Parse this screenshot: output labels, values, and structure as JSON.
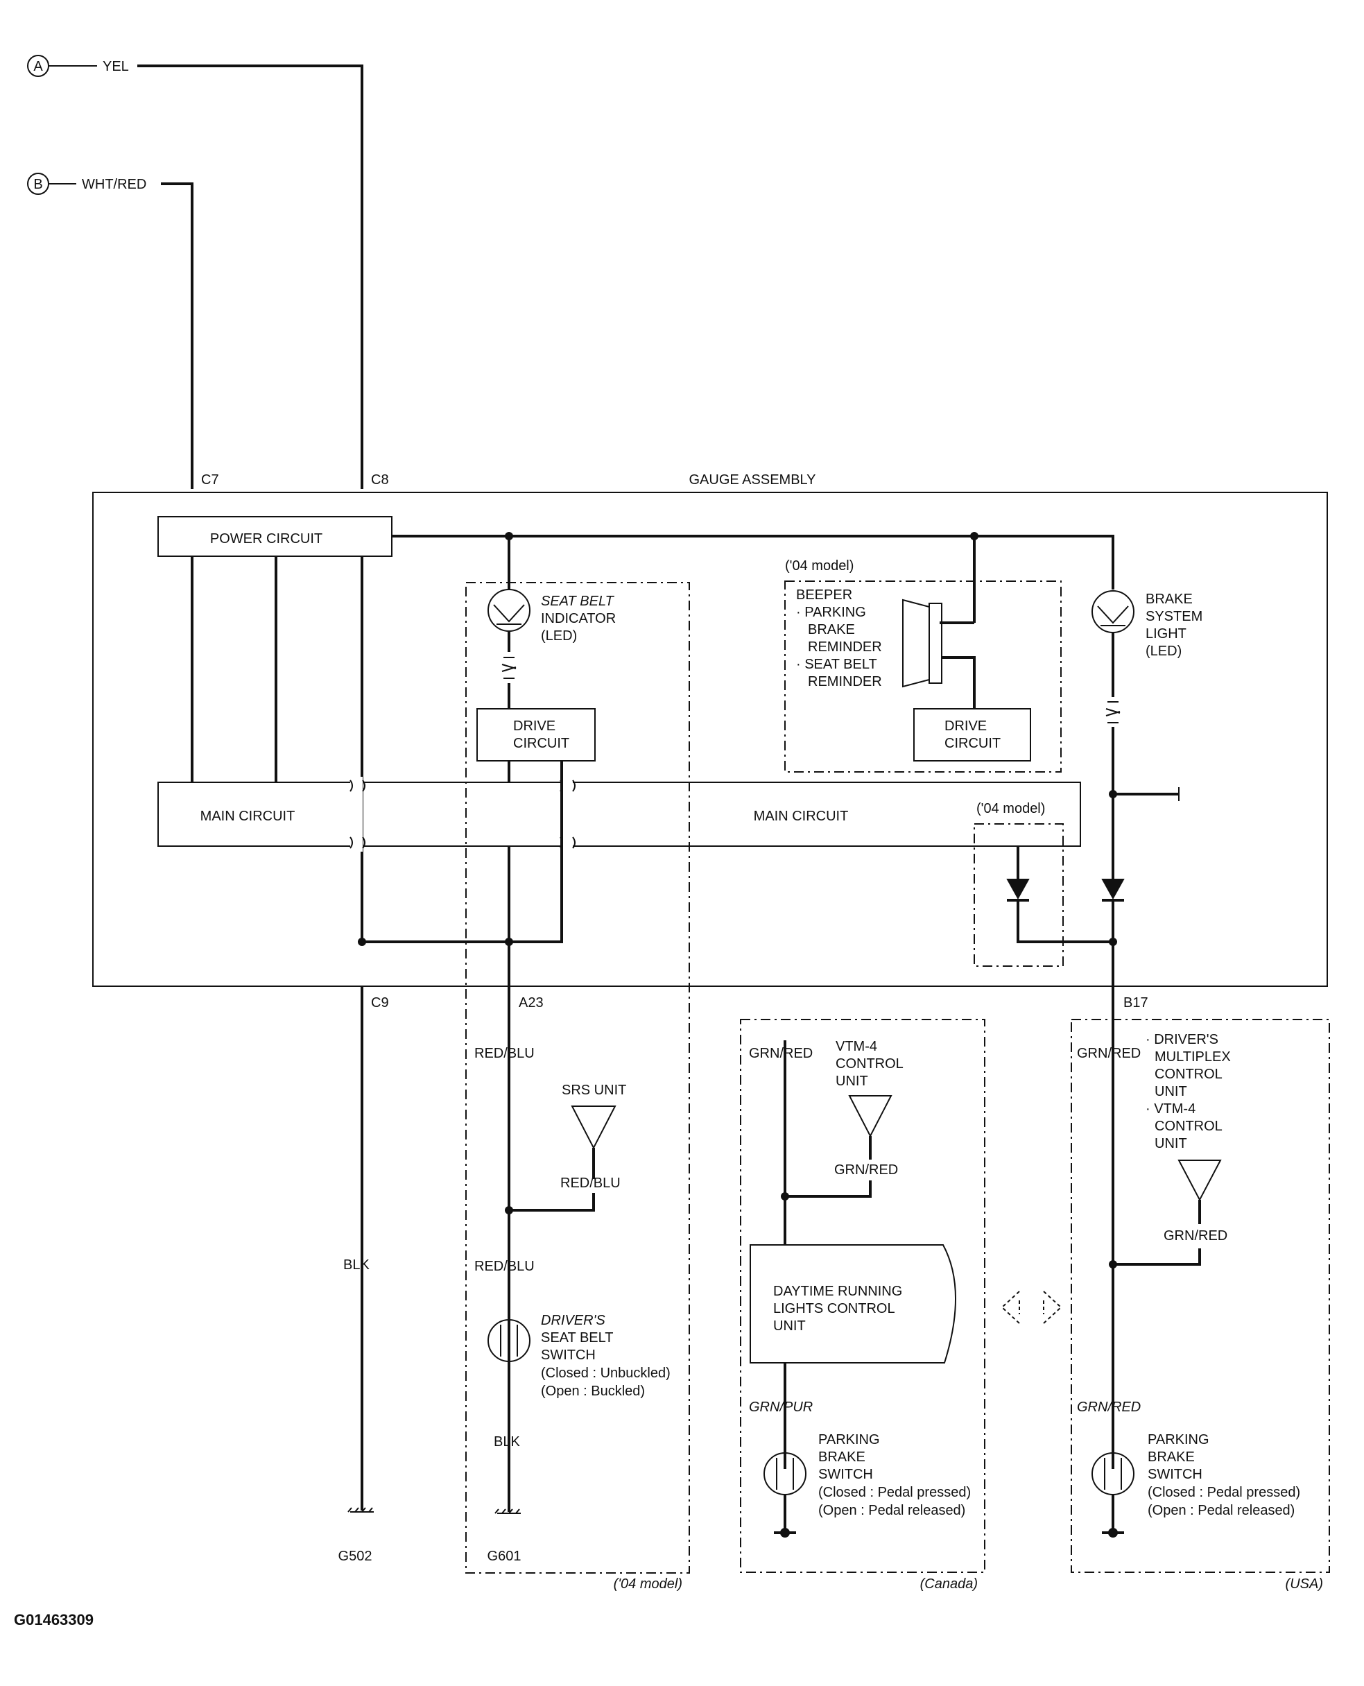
{
  "connectors": [
    {
      "letter": "A",
      "wire": "YEL"
    },
    {
      "letter": "B",
      "wire": "WHT/RED"
    }
  ],
  "pins": {
    "c7": "C7",
    "c8": "C8",
    "c9": "C9",
    "a23": "A23",
    "b17": "B17"
  },
  "gauge_assembly": "GAUGE ASSEMBLY",
  "power_circuit": "POWER CIRCUIT",
  "main_circuit_left": "MAIN CIRCUIT",
  "main_circuit_right": "MAIN CIRCUIT",
  "drive_circuit": [
    "DRIVE",
    "CIRCUIT"
  ],
  "seat_belt_indicator": [
    "SEAT BELT",
    "INDICATOR",
    "(LED)"
  ],
  "beeper": {
    "model": "('04 model)",
    "lines": [
      "BEEPER",
      "· PARKING",
      "BRAKE",
      "REMINDER",
      "· SEAT BELT",
      "REMINDER"
    ]
  },
  "brake_light": [
    "BRAKE",
    "SYSTEM",
    "LIGHT",
    "(LED)"
  ],
  "diode_model": "('04 model)",
  "wires": {
    "blk_ground": "BLK",
    "red_blu_1": "RED/BLU",
    "red_blu_2": "RED/BLU",
    "red_blu_3": "RED/BLU",
    "blk_seat": "BLK",
    "grn_red_canada": "GRN/RED",
    "grn_red_vtm": "GRN/RED",
    "grn_pur": "GRN/PUR",
    "grn_red_usa": "GRN/RED",
    "grn_red_usa2": "GRN/RED",
    "grn_red_usa3": "GRN/RED"
  },
  "srs_unit": "SRS UNIT",
  "seat_belt_switch": [
    "DRIVER'S",
    "SEAT BELT",
    "SWITCH",
    "(Closed : Unbuckled)",
    "(Open : Buckled)"
  ],
  "vtm_canada": [
    "VTM-4",
    "CONTROL",
    "UNIT"
  ],
  "drl_unit": [
    "DAYTIME RUNNING",
    "LIGHTS CONTROL",
    "UNIT"
  ],
  "usa_units": [
    "· DRIVER'S",
    "MULTIPLEX",
    "CONTROL",
    "UNIT",
    "· VTM-4",
    "CONTROL",
    "UNIT"
  ],
  "parking_switch_canada": [
    "PARKING",
    "BRAKE",
    "SWITCH",
    "(Closed : Pedal pressed)",
    "(Open : Pedal released)"
  ],
  "parking_switch_usa": [
    "PARKING",
    "BRAKE",
    "SWITCH",
    "(Closed : Pedal pressed)",
    "(Open : Pedal released)"
  ],
  "grounds": {
    "g502": "G502",
    "g601": "G601"
  },
  "variants": {
    "model04": "('04 model)",
    "canada": "(Canada)",
    "usa": "(USA)"
  },
  "figure_id": "G01463309"
}
